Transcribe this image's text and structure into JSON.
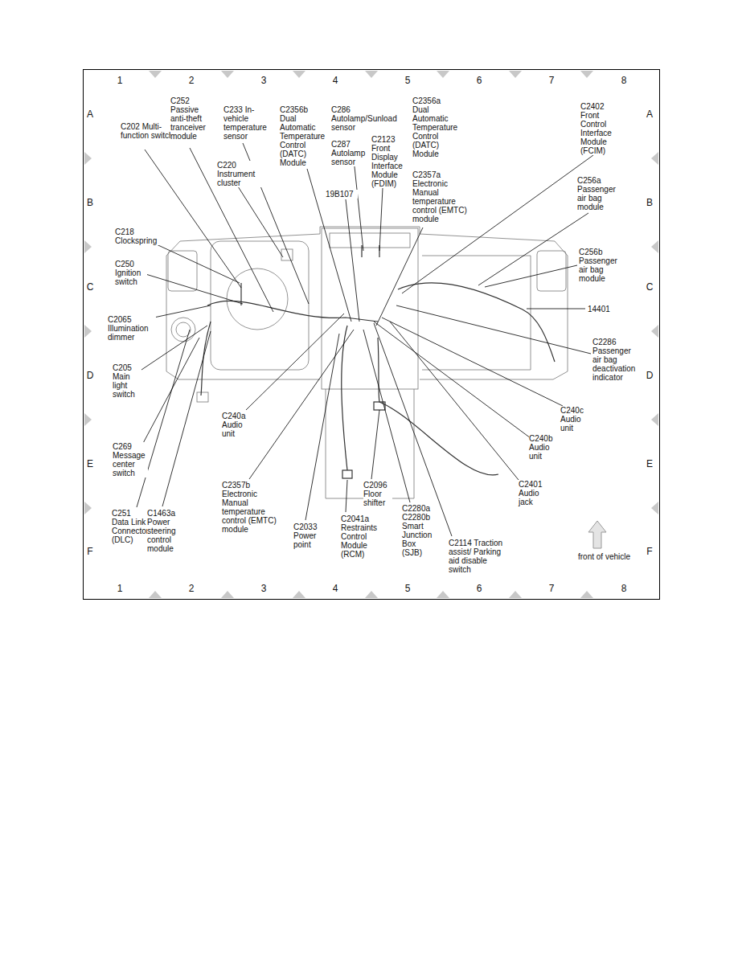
{
  "diagram": {
    "labels": [
      "1",
      "2",
      "3",
      "4",
      "5",
      "6",
      "7",
      "8",
      "1",
      "2",
      "3",
      "4",
      "5",
      "6",
      "7",
      "8",
      "A",
      "B",
      "C",
      "D",
      "E",
      "F",
      "A",
      "B",
      "C",
      "D",
      "E",
      "F",
      "C202 Multi-function switch",
      "C252 Passive anti-theft tranceiver module",
      "C233 In-vehicle temperature sensor",
      "C2356b Dual Automatic Temperature Control (DATC) Module",
      "C286 Autolamp/Sunload sensor",
      "C287 Autolamp sensor",
      "C2123 Front Display Interface Module (FDIM)",
      "C2356a Dual Automatic Temperature Control (DATC) Module",
      "C2357a Electronic Manual temperature control (EMTC) module",
      "C2402 Front Control Interface Module (FCIM)",
      "C220 Instrument cluster",
      "19B107",
      "C256a Passenger air bag module",
      "C218 Clockspring",
      "C250 Ignition switch",
      "C256b Passenger air bag module",
      "14401",
      "C2065 Illumination dimmer",
      "C205 Main light switch",
      "C2286 Passenger air bag deactivation indicator",
      "C240c Audio unit",
      "C269 Message center switch",
      "C240a Audio unit",
      "C240b Audio unit",
      "C2401 Audio jack",
      "C2357b Electronic Manual temperature control (EMTC) module",
      "C2096 Floor shifter",
      "C2280a C2280b Smart Junction Box (SJB)",
      "C251 Data Link Connector (DLC)",
      "C1463a Power steering control module",
      "C2033 Power point",
      "C2041a Restraints Control Module (RCM)",
      "C2114 Traction assist/ Parking aid disable switch",
      "front of vehicle"
    ]
  }
}
